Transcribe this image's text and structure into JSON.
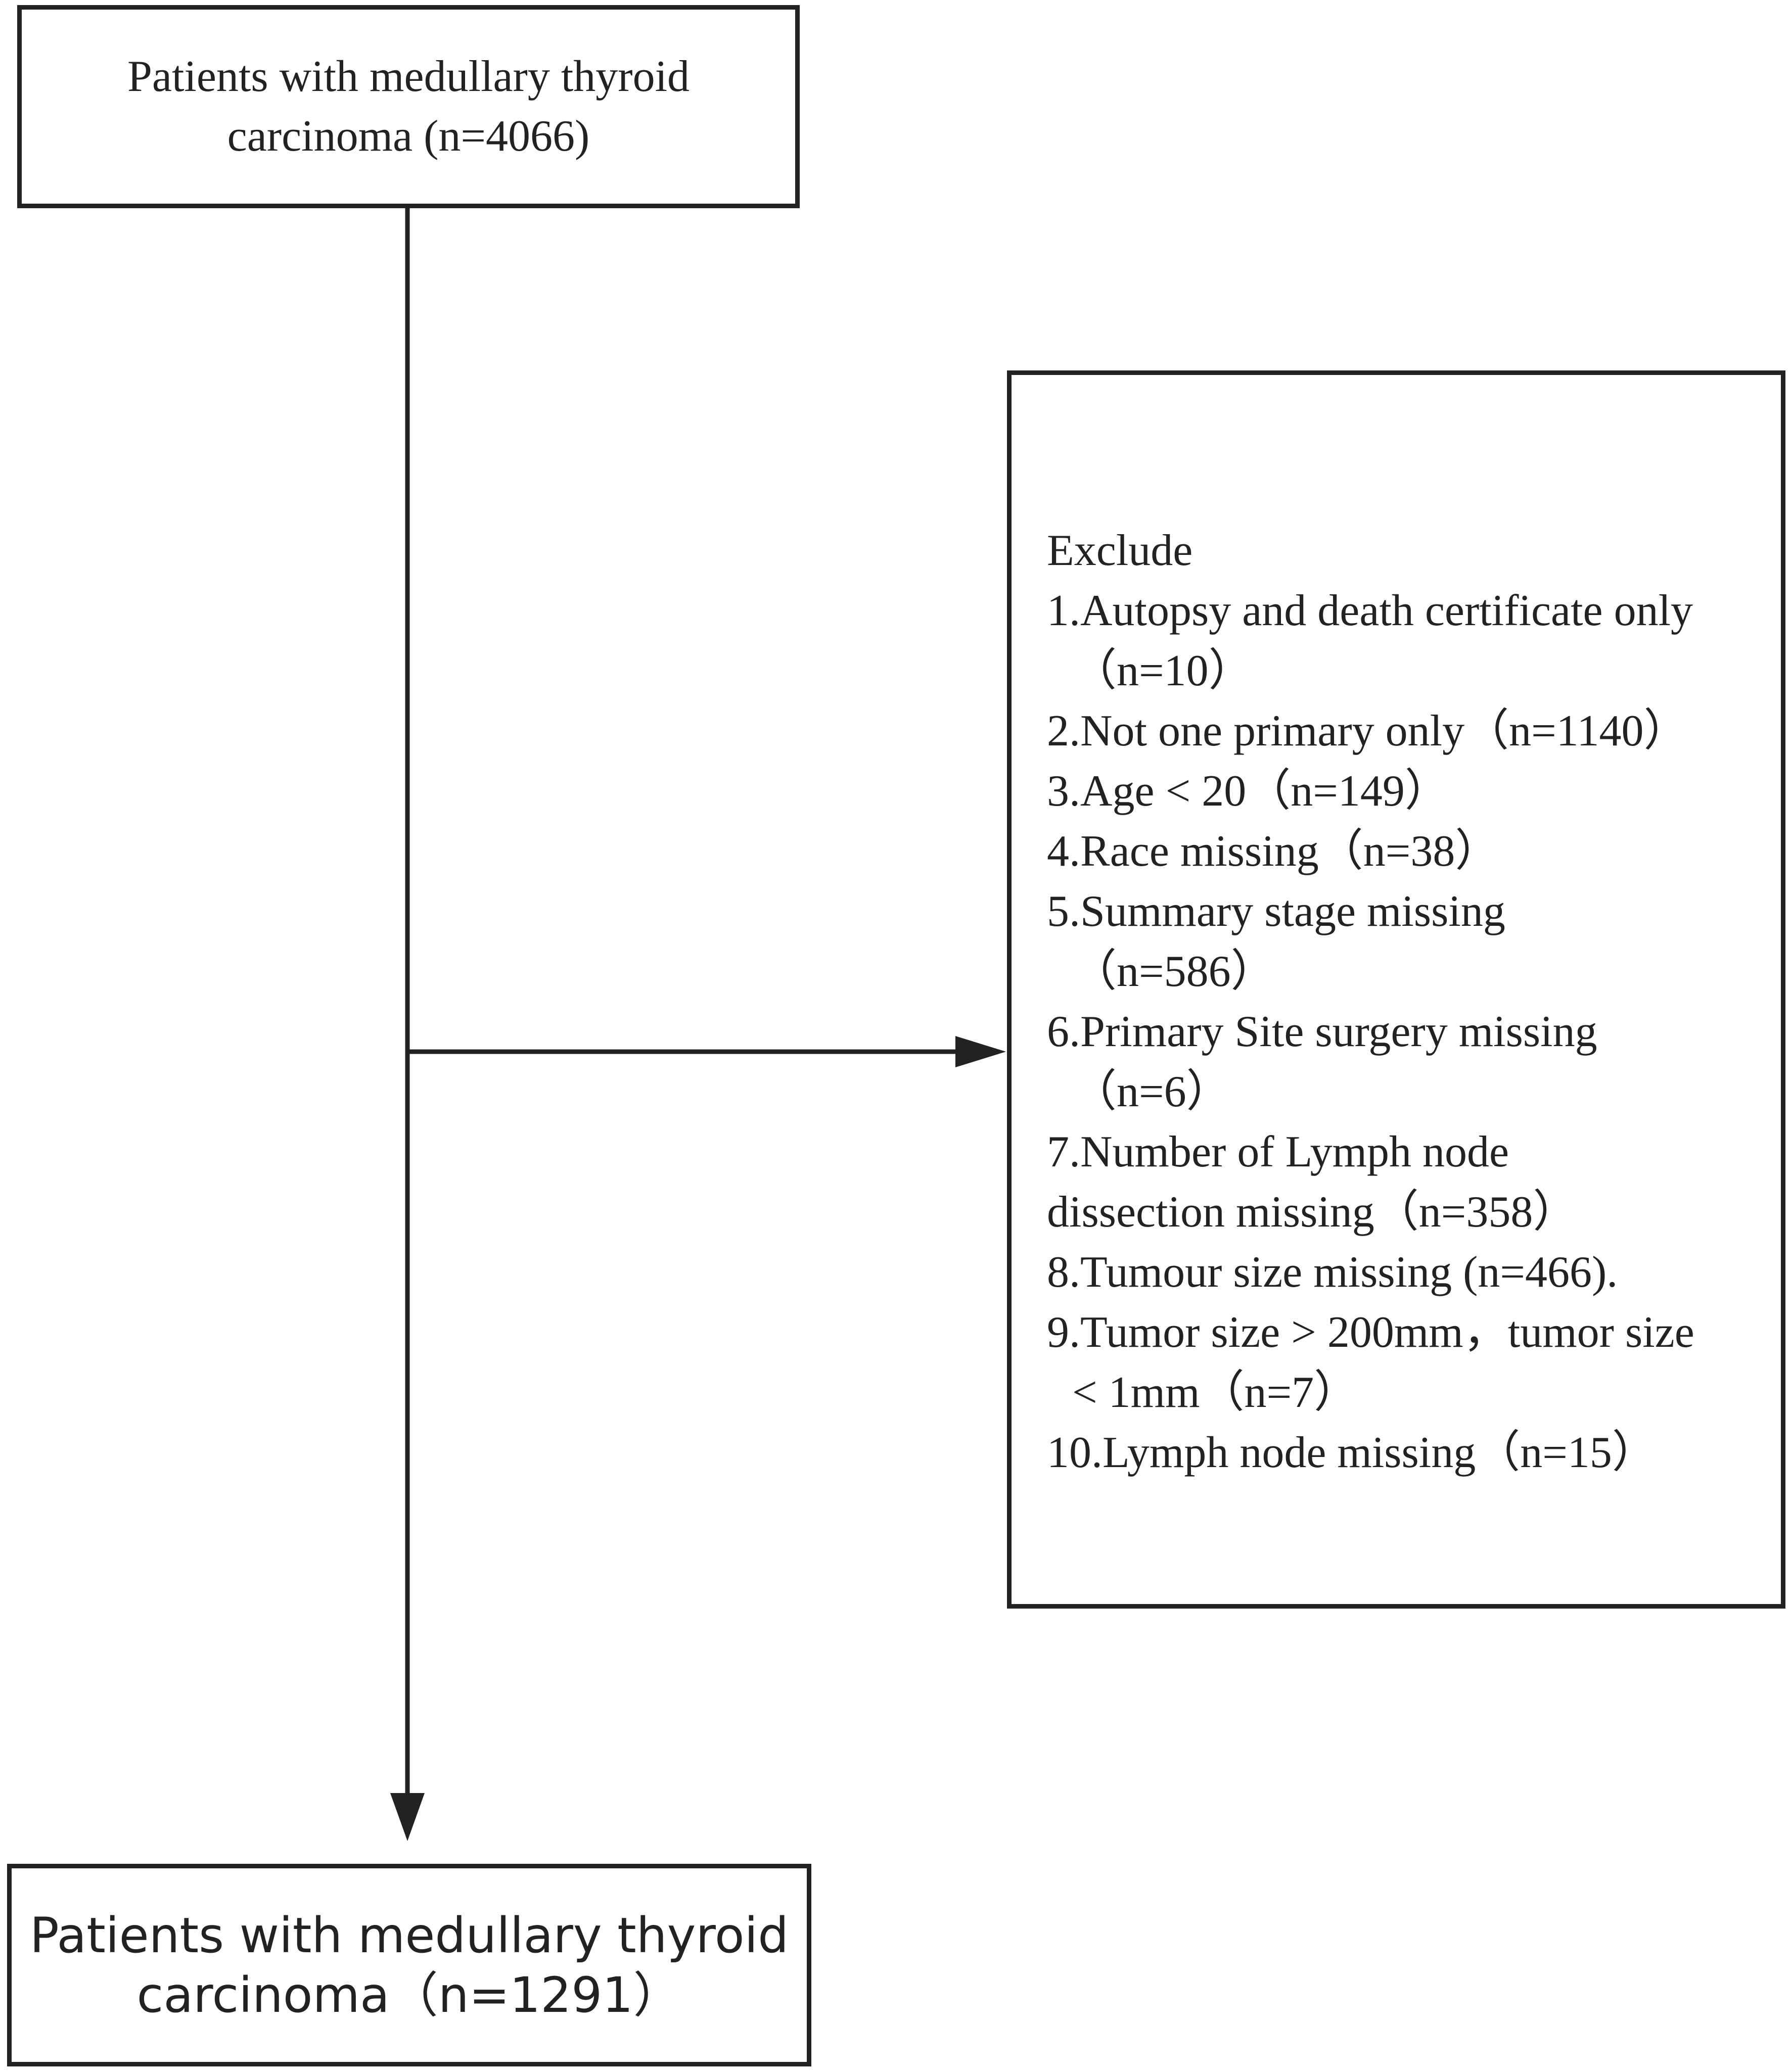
{
  "top_box": {
    "line1": "Patients with medullary thyroid",
    "line2": "carcinoma (n=4066)"
  },
  "exclude_box": {
    "lines": [
      "Exclude",
      "1.Autopsy and death certificate only",
      "（n=10）",
      "2.Not one primary only（n=1140）",
      "3.Age < 20（n=149）",
      "4.Race missing（n=38）",
      "5.Summary stage missing",
      "（n=586）",
      "6.Primary Site surgery missing",
      "（n=6）",
      "7.Number of Lymph node",
      "dissection missing（n=358）",
      "8.Tumour size missing (n=466).",
      "9.Tumor size > 200mm，tumor size",
      "< 1mm（n=7）",
      "10.Lymph node missing（n=15）"
    ]
  },
  "bottom_box": {
    "line1": "Patients with medullary thyroid",
    "line2": "carcinoma（n=1291）"
  },
  "colors": {
    "line": "#222222",
    "background": "#ffffff"
  }
}
